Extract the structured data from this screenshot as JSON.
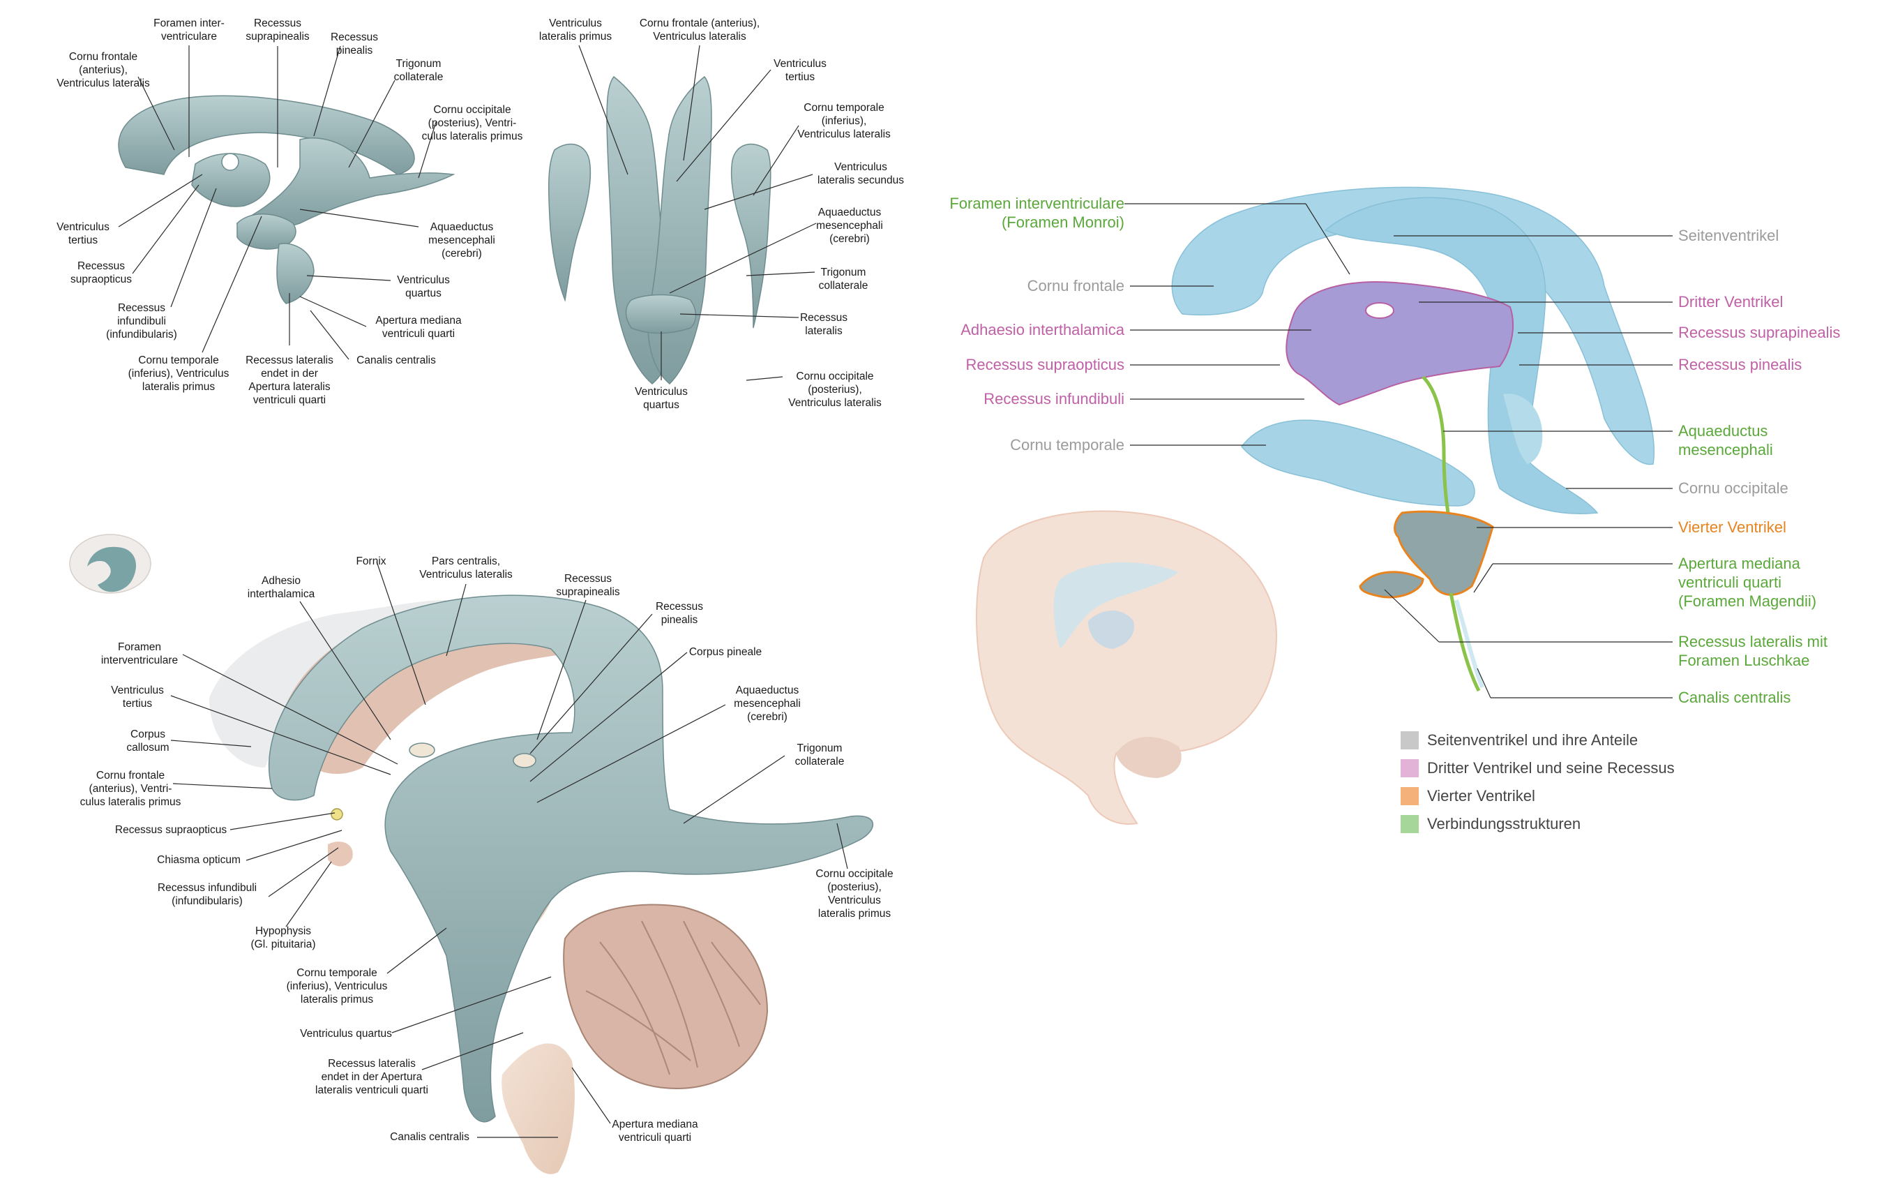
{
  "colors": {
    "grey": "#9b9b9b",
    "magenta": "#c060a6",
    "orange": "#e8831e",
    "green": "#5aa83a",
    "ventricle_blue": "#a8d6e8",
    "ventricle_teal": "#8aa9aa",
    "third_purple": "#a79bd6",
    "fourth_grey": "#8fa5a8",
    "brain_beige": "#f3dccd"
  },
  "fig_a": {
    "labels": [
      "Foramen inter-\nventriculare",
      "Recessus\nsuprapinealis",
      "Recessus\npinealis",
      "Trigonum\ncollaterale",
      "Cornu frontale\n(anterius),\nVentriculus lateralis",
      "Cornu occipitale\n(posterius), Ventri-\nculus lateralis primus",
      "Ventriculus\ntertius",
      "Aquaeductus\nmesencephali\n(cerebri)",
      "Recessus\nsupraopticus",
      "Ventriculus\nquartus",
      "Recessus\ninfundibuli\n(infundibularis)",
      "Apertura mediana\nventriculi quarti",
      "Canalis centralis",
      "Cornu temporale\n(inferius), Ventriculus\nlateralis primus",
      "Recessus lateralis\nendet in der\nApertura lateralis\nventriculi quarti"
    ]
  },
  "fig_b": {
    "labels": [
      "Ventriculus\nlateralis primus",
      "Cornu frontale (anterius),\nVentriculus lateralis",
      "Ventriculus\ntertius",
      "Cornu temporale\n(inferius),\nVentriculus lateralis",
      "Ventriculus\nlateralis secundus",
      "Aquaeductus\nmesencephali\n(cerebri)",
      "Trigonum\ncollaterale",
      "Recessus\nlateralis",
      "Cornu occipitale\n(posterius),\nVentriculus lateralis",
      "Ventriculus\nquartus"
    ]
  },
  "fig_c": {
    "labels": [
      "Foramen interventriculare\n(Foramen Monroi)",
      "Cornu frontale",
      "Adhaesio interthalamica",
      "Recessus supraopticus",
      "Recessus infundibuli",
      "Cornu temporale",
      "Seitenventrikel",
      "Dritter Ventrikel",
      "Recessus suprapinealis",
      "Recessus pinealis",
      "Aquaeductus\nmesencephali",
      "Cornu  occipitale",
      "Vierter Ventrikel",
      "Apertura mediana\nventriculi quarti\n(Foramen Magendii)",
      "Recessus lateralis mit\nForamen Luschkae",
      "Canalis centralis"
    ],
    "legend": [
      {
        "label": "Seitenventrikel und ihre Anteile",
        "color": "#c8c8c8"
      },
      {
        "label": "Dritter Ventrikel und seine Recessus",
        "color": "#e2b3d6"
      },
      {
        "label": "Vierter Ventrikel",
        "color": "#f4b27a"
      },
      {
        "label": "Verbindungsstrukturen",
        "color": "#a6d69a"
      }
    ]
  },
  "fig_d": {
    "labels": [
      "Adhesio\ninterthalamica",
      "Fornix",
      "Pars centralis,\nVentriculus lateralis",
      "Recessus\nsuprapinealis",
      "Recessus\npinealis",
      "Foramen\ninterventriculare",
      "Corpus pineale",
      "Ventriculus\ntertius",
      "Aquaeductus\nmesencephali\n(cerebri)",
      "Corpus\ncallosum",
      "Trigonum\ncollaterale",
      "Cornu frontale\n(anterius), Ventri-\nculus lateralis primus",
      "Recessus supraopticus",
      "Chiasma opticum",
      "Recessus infundibuli\n(infundibularis)",
      "Cornu occipitale\n(posterius),\nVentriculus\nlateralis primus",
      "Hypophysis\n(Gl. pituitaria)",
      "Cornu temporale\n(inferius), Ventriculus\nlateralis primus",
      "Ventriculus quartus",
      "Recessus lateralis\nendet in der Apertura\nlateralis ventriculi quarti",
      "Apertura mediana\nventriculi quarti",
      "Canalis centralis"
    ]
  }
}
